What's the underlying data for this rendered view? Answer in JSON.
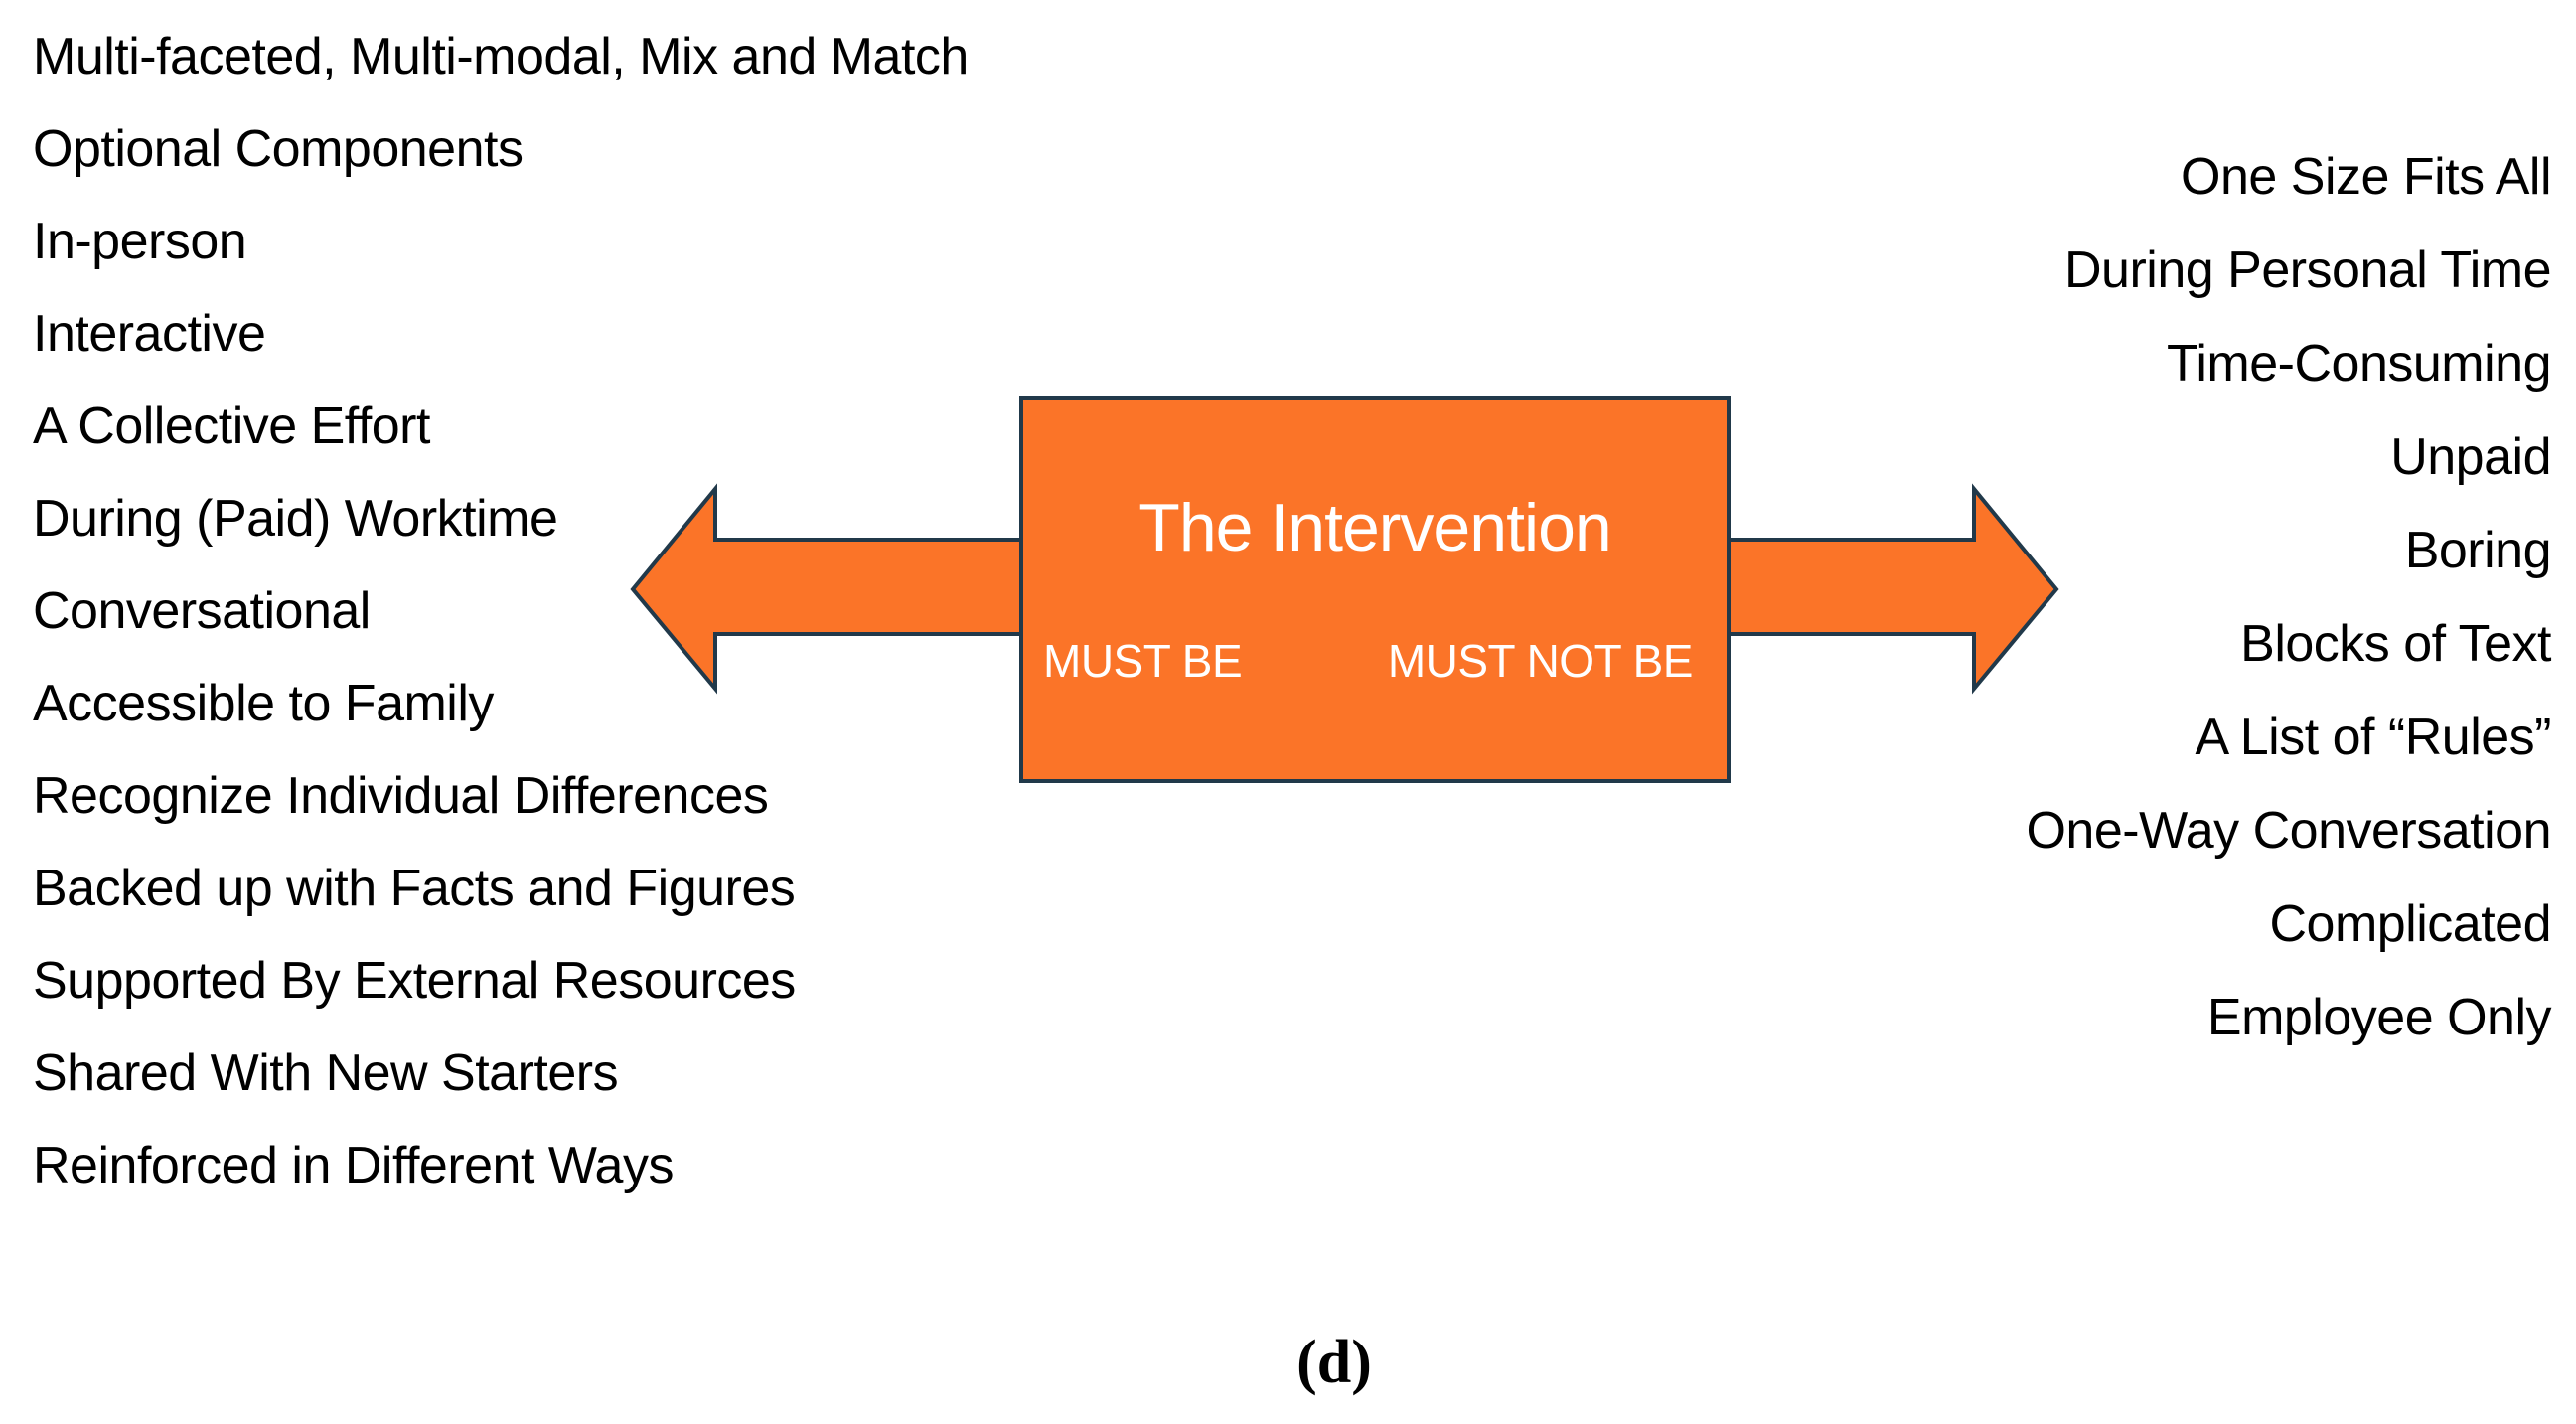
{
  "figure": {
    "center": {
      "title": "The Intervention",
      "must_be_label": "MUST BE",
      "must_not_be_label": "MUST NOT BE"
    },
    "must_be_items": [
      "Multi-faceted, Multi-modal, Mix and Match",
      "Optional Components",
      "In-person",
      "Interactive",
      "A Collective Effort",
      "During (Paid) Worktime",
      "Conversational",
      "Accessible to Family",
      "Recognize Individual Differences",
      "Backed up with Facts and Figures",
      "Supported By External Resources",
      "Shared With New Starters",
      "Reinforced in Different Ways"
    ],
    "must_not_be_items": [
      "One Size Fits All",
      "During Personal Time",
      "Time-Consuming",
      "Unpaid",
      "Boring",
      "Blocks of Text",
      "A List of “Rules”",
      "One-Way Conversation",
      "Complicated",
      "Employee Only"
    ],
    "caption": "(d)",
    "colors": {
      "arrow_fill": "#fb7428",
      "arrow_outline": "#21394a",
      "title_text": "#ffffff",
      "list_text": "#000000"
    }
  }
}
